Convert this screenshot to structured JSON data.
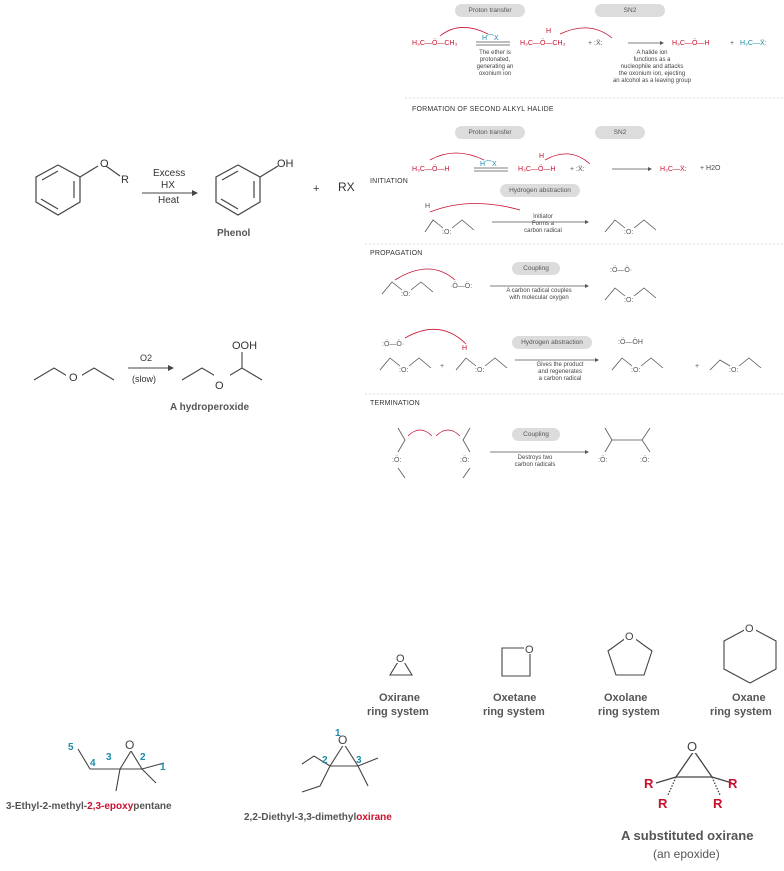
{
  "colors": {
    "red": "#c8102e",
    "teal": "#1a8ca8",
    "pill": "#dcdcdc",
    "text": "#333333"
  },
  "top_mech": {
    "pill_left": "Proton transfer",
    "pill_right": "SN2",
    "note_left": [
      "The ether is",
      "protonated,",
      "generating an",
      "oxonium ion"
    ],
    "note_right": [
      "A halide ion",
      "functions as a",
      "nucleophile and attacks",
      "the oxonium ion, ejecting",
      "an alcohol as a leaving group"
    ]
  },
  "second_halide": {
    "heading": "FORMATION OF SECOND ALKYL HALIDE",
    "pill_left": "Proton transfer",
    "pill_right": "SN2",
    "products": "+ H2O"
  },
  "phenol_rxn": {
    "reagent_top": "Excess",
    "reagent_mid": "HX",
    "reagent_bot": "Heat",
    "product_label": "Phenol",
    "plus": "+",
    "rx": "RX",
    "substituent": "R",
    "oh": "OH",
    "o": "O"
  },
  "radical": {
    "initiation": "INITIATION",
    "pill_abstraction": "Hydrogen abstraction",
    "initiator_note": [
      "Initiator",
      "Forms a",
      "carbon radical"
    ],
    "propagation": "PROPAGATION",
    "pill_coupling": "Coupling",
    "coupling_note": [
      "A carbon radical couples",
      "with molecular oxygen"
    ],
    "pill_abstraction2": "Hydrogen abstraction",
    "regen_note": [
      "Gives the product",
      "and regenerates",
      "a carbon radical"
    ],
    "termination": "TERMINATION",
    "pill_coupling2": "Coupling",
    "destroy_note": [
      "Destroys two",
      "carbon radicals"
    ]
  },
  "hydroperoxide": {
    "reagent_top": "O2",
    "reagent_bot": "(slow)",
    "ooh": "OOH",
    "o": "O",
    "label": "A hydroperoxide"
  },
  "rings": [
    {
      "name": "Oxirane",
      "sub": "ring system"
    },
    {
      "name": "Oxetane",
      "sub": "ring system"
    },
    {
      "name": "Oxolane",
      "sub": "ring system"
    },
    {
      "name": "Oxane",
      "sub": "ring system"
    }
  ],
  "epoxy1": {
    "name_pre": "3-Ethyl-2-methyl-",
    "name_red": "2,3-epoxy",
    "name_post": "pentane",
    "nums": [
      "5",
      "4",
      "3",
      "2",
      "1"
    ]
  },
  "epoxy2": {
    "name_pre": "2,2-Diethyl-3,3-dimethyl",
    "name_red": "oxirane",
    "nums": [
      "1",
      "2",
      "3"
    ]
  },
  "oxirane_sub": {
    "title": "A substituted oxirane",
    "sub": "(an epoxide)",
    "r": "R"
  }
}
